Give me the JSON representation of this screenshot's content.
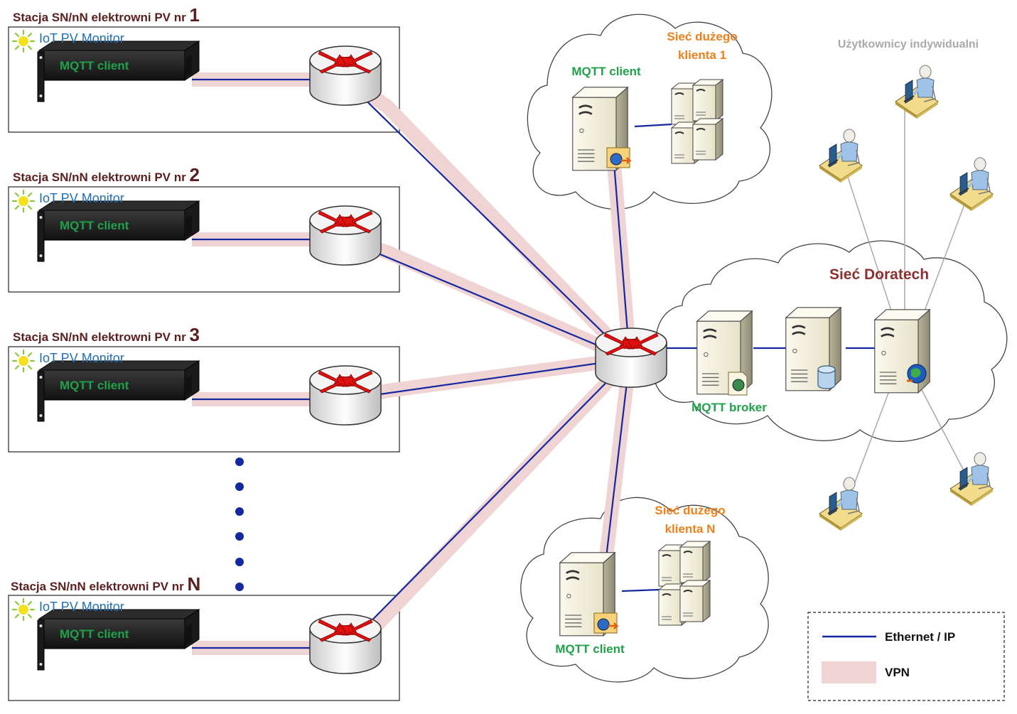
{
  "stations": [
    {
      "title": "Stacja SN/nN elektrowni PV nr",
      "number": "1",
      "monitor_label": "IoT PV Monitor",
      "device_label": "MQTT client"
    },
    {
      "title": "Stacja SN/nN elektrowni PV nr",
      "number": "2",
      "monitor_label": "IoT PV Monitor",
      "device_label": "MQTT client"
    },
    {
      "title": "Stacja SN/nN elektrowni PV nr",
      "number": "3",
      "monitor_label": "IoT PV Monitor",
      "device_label": "MQTT client"
    },
    {
      "title": "Stacja SN/nN elektrowni PV nr",
      "number": "N",
      "monitor_label": "IoT PV Monitor",
      "device_label": "MQTT client"
    }
  ],
  "client_network_1": {
    "title_line1": "Sieć dużego",
    "title_line2": "klienta 1",
    "client_label": "MQTT client"
  },
  "client_network_n": {
    "title_line1": "Sieć dużego",
    "title_line2": "klienta N",
    "client_label": "MQTT client"
  },
  "doratech": {
    "title": "Sieć Doratech",
    "broker_label": "MQTT broker"
  },
  "users": {
    "title": "Użytkownicy indywidualni"
  },
  "legend": {
    "ethernet_label": "Ethernet / IP",
    "vpn_label": "VPN"
  },
  "colors": {
    "ethernet": "#1428a0",
    "vpn": "#f0d4d4",
    "station_title": "#5a1f1f",
    "iot": "#1f6fb5",
    "mqtt": "#1fa14a",
    "client_net": "#f07f1a",
    "doratech": "#8b2f2f",
    "users": "#a9a9a9"
  },
  "icons": [
    "router-icon",
    "server-icon",
    "rack-server-icon",
    "user-workstation-icon",
    "sun-icon",
    "database-icon",
    "globe-icon",
    "cloud-icon"
  ]
}
